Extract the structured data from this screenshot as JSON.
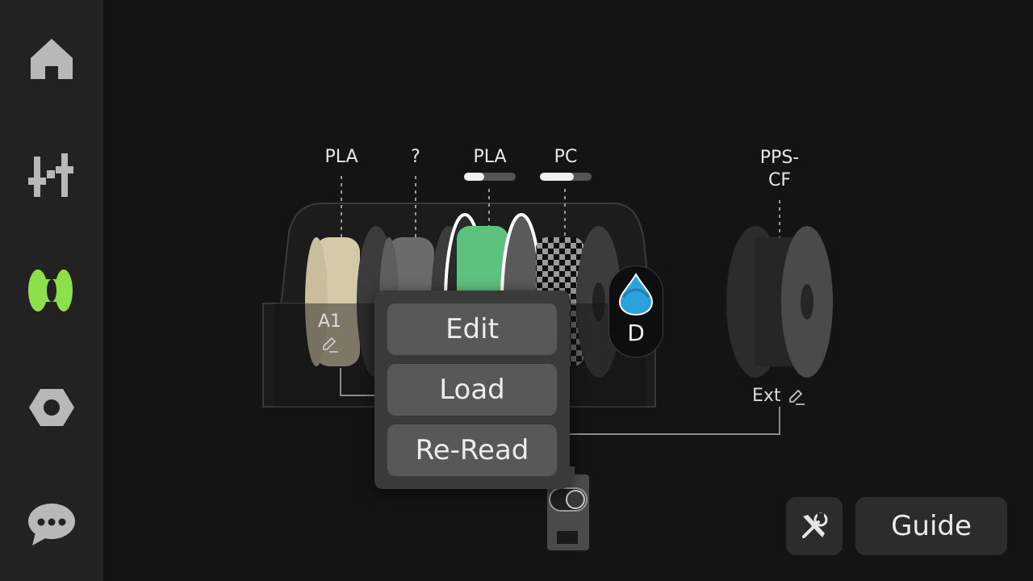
{
  "sidebar": {
    "items": [
      {
        "name": "home",
        "icon": "home-icon",
        "active": false
      },
      {
        "name": "controls",
        "icon": "sliders-icon",
        "active": false
      },
      {
        "name": "filament",
        "icon": "filament-spool-icon",
        "active": true
      },
      {
        "name": "settings",
        "icon": "hex-nut-settings-icon",
        "active": false
      },
      {
        "name": "messages",
        "icon": "chat-bubble-icon",
        "active": false
      }
    ],
    "active_color": "#8ee04a",
    "inactive_color": "#b8b8b8"
  },
  "ams": {
    "slots": [
      {
        "material": "PLA",
        "color": "#d6c9a8",
        "tag": "A1",
        "remain_fraction": null
      },
      {
        "material": "?",
        "color": "#6a6a6a",
        "tag": null,
        "remain_fraction": null
      },
      {
        "material": "PLA",
        "color": "#5ec27f",
        "tag": null,
        "remain_fraction": 0.35,
        "selected": true
      },
      {
        "material": "PC",
        "color": "checkered",
        "tag": null,
        "remain_fraction": 0.65
      }
    ],
    "humidity_level": "D",
    "humidity_color": "#2aa3dd"
  },
  "external_spool": {
    "material": "PPS-CF",
    "tag": "Ext",
    "color": "#4a4a4a"
  },
  "context_menu": {
    "edit_label": "Edit",
    "load_label": "Load",
    "reread_label": "Re-Read"
  },
  "bottom_bar": {
    "tools_icon": "tools-icon",
    "guide_label": "Guide"
  }
}
